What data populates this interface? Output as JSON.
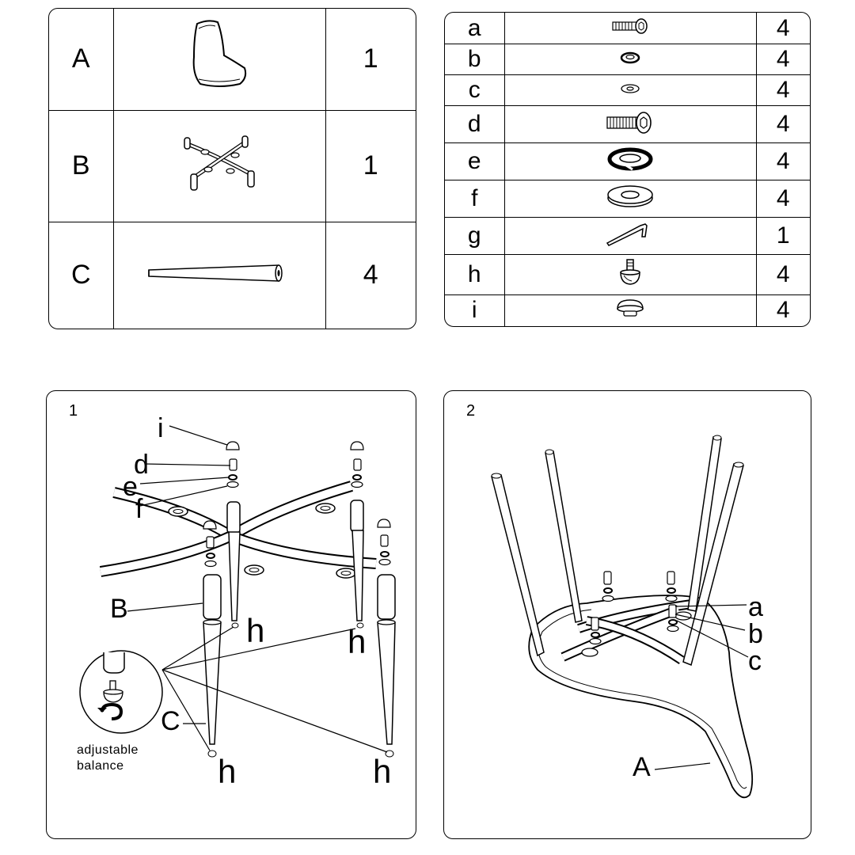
{
  "parts": [
    {
      "letter": "A",
      "qty": "1",
      "icon": "seat-shell-icon"
    },
    {
      "letter": "B",
      "qty": "1",
      "icon": "cross-base-frame-icon"
    },
    {
      "letter": "C",
      "qty": "4",
      "icon": "tapered-leg-icon"
    }
  ],
  "hardware": [
    {
      "letter": "a",
      "qty": "4",
      "icon": "short-hex-bolt-icon"
    },
    {
      "letter": "b",
      "qty": "4",
      "icon": "small-spring-washer-icon"
    },
    {
      "letter": "c",
      "qty": "4",
      "icon": "small-flat-washer-icon"
    },
    {
      "letter": "d",
      "qty": "4",
      "icon": "long-hex-bolt-icon"
    },
    {
      "letter": "e",
      "qty": "4",
      "icon": "spring-washer-icon"
    },
    {
      "letter": "f",
      "qty": "4",
      "icon": "flat-washer-icon"
    },
    {
      "letter": "g",
      "qty": "1",
      "icon": "allen-key-icon"
    },
    {
      "letter": "h",
      "qty": "4",
      "icon": "adjustable-foot-icon"
    },
    {
      "letter": "i",
      "qty": "4",
      "icon": "end-cap-icon"
    }
  ],
  "step1": {
    "number": "1",
    "labels": {
      "i": "i",
      "d": "d",
      "e": "e",
      "f": "f",
      "B": "B",
      "C": "C",
      "h": "h"
    },
    "note": "adjustable balance"
  },
  "step2": {
    "number": "2",
    "labels": {
      "a": "a",
      "b": "b",
      "c": "c",
      "A": "A"
    }
  }
}
